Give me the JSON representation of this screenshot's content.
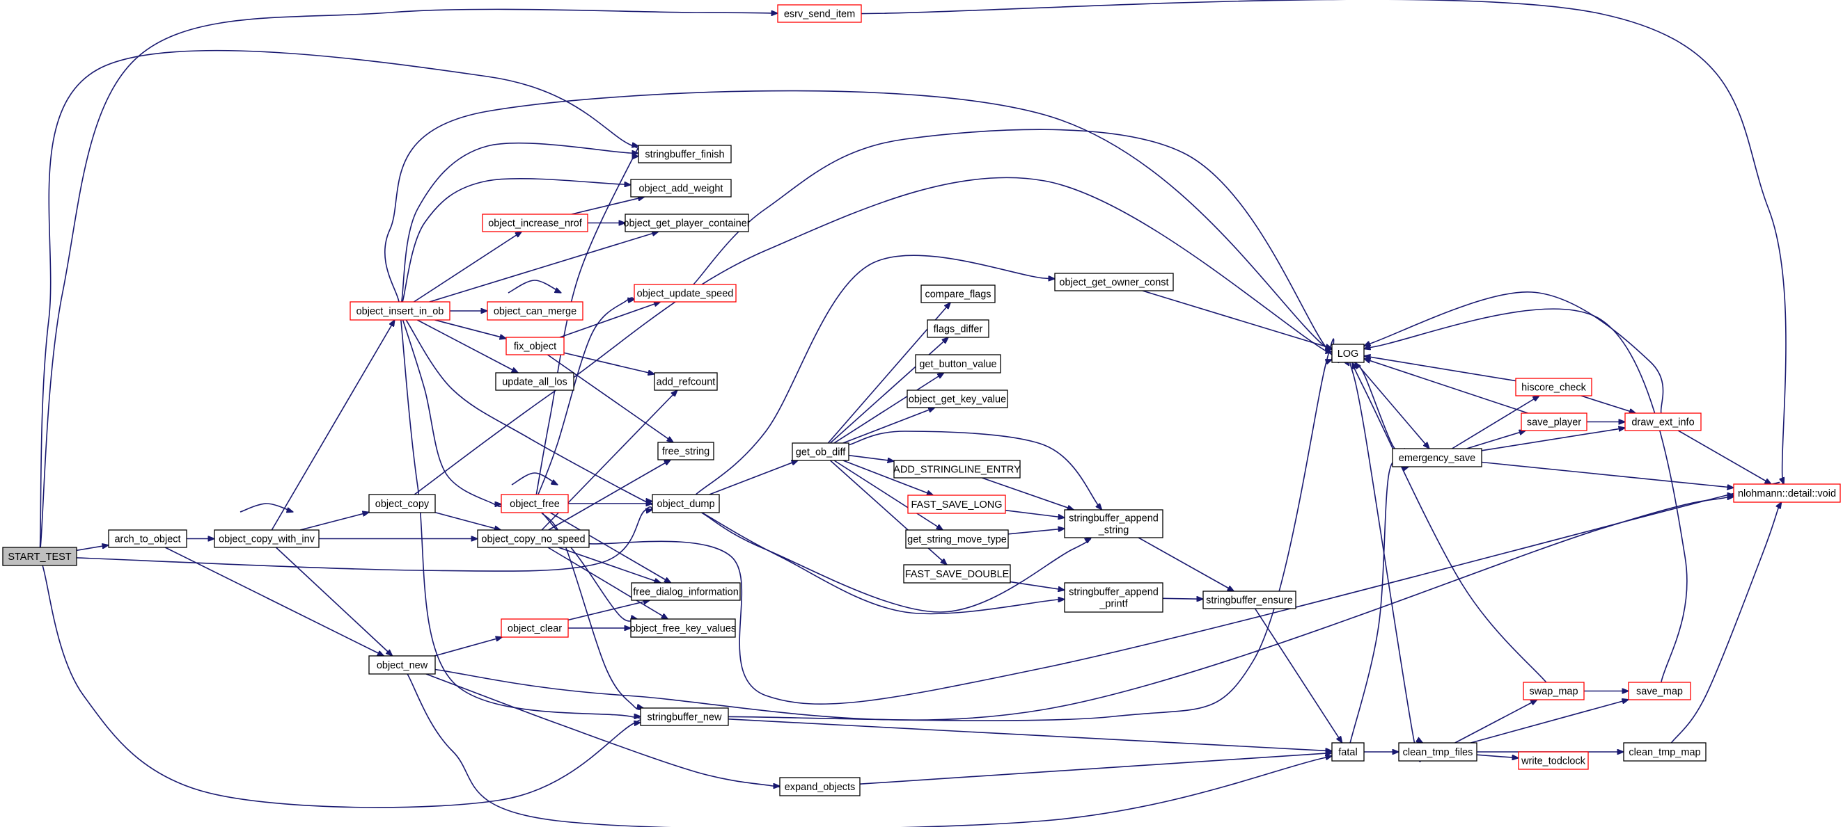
{
  "nodes": [
    {
      "id": "start_test",
      "label": "START_TEST",
      "color": "root"
    },
    {
      "id": "arch_to_object",
      "label": "arch_to_object",
      "color": "black"
    },
    {
      "id": "object_copy_with_inv",
      "label": "object_copy_with_inv",
      "color": "black"
    },
    {
      "id": "object_insert_in_ob",
      "label": "object_insert_in_ob",
      "color": "red"
    },
    {
      "id": "object_copy",
      "label": "object_copy",
      "color": "black"
    },
    {
      "id": "object_new",
      "label": "object_new",
      "color": "black"
    },
    {
      "id": "object_copy_no_speed",
      "label": "object_copy_no_speed",
      "color": "black"
    },
    {
      "id": "object_free",
      "label": "object_free",
      "color": "red"
    },
    {
      "id": "object_clear",
      "label": "object_clear",
      "color": "red"
    },
    {
      "id": "object_increase_nrof",
      "label": "object_increase_nrof",
      "color": "red"
    },
    {
      "id": "object_can_merge",
      "label": "object_can_merge",
      "color": "red"
    },
    {
      "id": "fix_object",
      "label": "fix_object",
      "color": "red"
    },
    {
      "id": "update_all_los",
      "label": "update_all_los",
      "color": "black"
    },
    {
      "id": "esrv_send_item",
      "label": "esrv_send_item",
      "color": "red"
    },
    {
      "id": "stringbuffer_finish",
      "label": "stringbuffer_finish",
      "color": "black"
    },
    {
      "id": "object_add_weight",
      "label": "object_add_weight",
      "color": "black"
    },
    {
      "id": "object_get_player_container",
      "label": "object_get_player_container",
      "color": "black"
    },
    {
      "id": "object_update_speed",
      "label": "object_update_speed",
      "color": "red"
    },
    {
      "id": "add_refcount",
      "label": "add_refcount",
      "color": "black"
    },
    {
      "id": "free_string",
      "label": "free_string",
      "color": "black"
    },
    {
      "id": "object_dump",
      "label": "object_dump",
      "color": "black"
    },
    {
      "id": "free_dialog_information",
      "label": "free_dialog_information",
      "color": "black"
    },
    {
      "id": "object_free_key_values",
      "label": "object_free_key_values",
      "color": "black"
    },
    {
      "id": "stringbuffer_new",
      "label": "stringbuffer_new",
      "color": "black"
    },
    {
      "id": "expand_objects",
      "label": "expand_objects",
      "color": "black"
    },
    {
      "id": "get_ob_diff",
      "label": "get_ob_diff",
      "color": "black"
    },
    {
      "id": "compare_flags",
      "label": "compare_flags",
      "color": "black"
    },
    {
      "id": "flags_differ",
      "label": "flags_differ",
      "color": "black"
    },
    {
      "id": "get_button_value",
      "label": "get_button_value",
      "color": "black"
    },
    {
      "id": "object_get_key_value",
      "label": "object_get_key_value",
      "color": "black"
    },
    {
      "id": "add_stringline_entry",
      "label": "ADD_STRINGLINE_ENTRY",
      "color": "black"
    },
    {
      "id": "fast_save_long",
      "label": "FAST_SAVE_LONG",
      "color": "red"
    },
    {
      "id": "get_string_move_type",
      "label": "get_string_move_type",
      "color": "black"
    },
    {
      "id": "fast_save_double",
      "label": "FAST_SAVE_DOUBLE",
      "color": "black"
    },
    {
      "id": "object_get_owner_const",
      "label": "object_get_owner_const",
      "color": "black"
    },
    {
      "id": "stringbuffer_append_string",
      "label": "stringbuffer_append\n_string",
      "color": "black"
    },
    {
      "id": "stringbuffer_append_printf",
      "label": "stringbuffer_append\n_printf",
      "color": "black"
    },
    {
      "id": "stringbuffer_ensure",
      "label": "stringbuffer_ensure",
      "color": "black"
    },
    {
      "id": "log",
      "label": "LOG",
      "color": "black"
    },
    {
      "id": "fatal",
      "label": "fatal",
      "color": "black"
    },
    {
      "id": "emergency_save",
      "label": "emergency_save",
      "color": "black"
    },
    {
      "id": "clean_tmp_files",
      "label": "clean_tmp_files",
      "color": "black"
    },
    {
      "id": "hiscore_check",
      "label": "hiscore_check",
      "color": "red"
    },
    {
      "id": "save_player",
      "label": "save_player",
      "color": "red"
    },
    {
      "id": "draw_ext_info",
      "label": "draw_ext_info",
      "color": "red"
    },
    {
      "id": "swap_map",
      "label": "swap_map",
      "color": "red"
    },
    {
      "id": "save_map",
      "label": "save_map",
      "color": "red"
    },
    {
      "id": "write_todclock",
      "label": "write_todclock",
      "color": "red"
    },
    {
      "id": "clean_tmp_map",
      "label": "clean_tmp_map",
      "color": "black"
    },
    {
      "id": "nlohmann_detail_void",
      "label": "nlohmann::detail::void",
      "color": "red"
    }
  ],
  "edges": [
    [
      "start_test",
      "arch_to_object"
    ],
    [
      "start_test",
      "esrv_send_item"
    ],
    [
      "start_test",
      "stringbuffer_finish"
    ],
    [
      "start_test",
      "object_dump"
    ],
    [
      "start_test",
      "stringbuffer_new"
    ],
    [
      "arch_to_object",
      "object_copy_with_inv"
    ],
    [
      "arch_to_object",
      "object_new"
    ],
    [
      "object_copy_with_inv",
      "object_copy_with_inv"
    ],
    [
      "object_copy_with_inv",
      "object_insert_in_ob"
    ],
    [
      "object_copy_with_inv",
      "object_copy"
    ],
    [
      "object_copy_with_inv",
      "object_copy_no_speed"
    ],
    [
      "object_copy_with_inv",
      "object_new"
    ],
    [
      "object_insert_in_ob",
      "log"
    ],
    [
      "object_insert_in_ob",
      "stringbuffer_finish"
    ],
    [
      "object_insert_in_ob",
      "object_add_weight"
    ],
    [
      "object_insert_in_ob",
      "object_increase_nrof"
    ],
    [
      "object_insert_in_ob",
      "object_get_player_container"
    ],
    [
      "object_insert_in_ob",
      "object_can_merge"
    ],
    [
      "object_insert_in_ob",
      "fix_object"
    ],
    [
      "object_insert_in_ob",
      "update_all_los"
    ],
    [
      "object_insert_in_ob",
      "object_free"
    ],
    [
      "object_insert_in_ob",
      "object_dump"
    ],
    [
      "object_insert_in_ob",
      "stringbuffer_new"
    ],
    [
      "object_increase_nrof",
      "object_add_weight"
    ],
    [
      "object_increase_nrof",
      "object_get_player_container"
    ],
    [
      "object_can_merge",
      "object_can_merge"
    ],
    [
      "fix_object",
      "object_update_speed"
    ],
    [
      "fix_object",
      "add_refcount"
    ],
    [
      "fix_object",
      "free_string"
    ],
    [
      "object_free",
      "object_free"
    ],
    [
      "object_free",
      "stringbuffer_finish"
    ],
    [
      "object_free",
      "object_update_speed"
    ],
    [
      "object_free",
      "object_dump"
    ],
    [
      "object_free",
      "free_dialog_information"
    ],
    [
      "object_free",
      "object_free_key_values"
    ],
    [
      "object_free",
      "stringbuffer_new"
    ],
    [
      "object_copy",
      "log"
    ],
    [
      "object_copy",
      "object_copy_no_speed"
    ],
    [
      "object_copy_no_speed",
      "add_refcount"
    ],
    [
      "object_copy_no_speed",
      "free_string"
    ],
    [
      "object_copy_no_speed",
      "free_dialog_information"
    ],
    [
      "object_copy_no_speed",
      "object_free_key_values"
    ],
    [
      "object_copy_no_speed",
      "nlohmann_detail_void"
    ],
    [
      "object_new",
      "object_clear"
    ],
    [
      "object_new",
      "nlohmann_detail_void"
    ],
    [
      "object_new",
      "expand_objects"
    ],
    [
      "object_new",
      "fatal"
    ],
    [
      "object_clear",
      "free_dialog_information"
    ],
    [
      "object_clear",
      "object_free_key_values"
    ],
    [
      "object_update_speed",
      "log"
    ],
    [
      "esrv_send_item",
      "nlohmann_detail_void"
    ],
    [
      "object_dump",
      "get_ob_diff"
    ],
    [
      "object_dump",
      "object_get_owner_const"
    ],
    [
      "object_dump",
      "stringbuffer_append_string"
    ],
    [
      "object_dump",
      "stringbuffer_append_printf"
    ],
    [
      "get_ob_diff",
      "compare_flags"
    ],
    [
      "get_ob_diff",
      "flags_differ"
    ],
    [
      "get_ob_diff",
      "get_button_value"
    ],
    [
      "get_ob_diff",
      "object_get_key_value"
    ],
    [
      "get_ob_diff",
      "add_stringline_entry"
    ],
    [
      "get_ob_diff",
      "fast_save_long"
    ],
    [
      "get_ob_diff",
      "get_string_move_type"
    ],
    [
      "get_ob_diff",
      "fast_save_double"
    ],
    [
      "get_ob_diff",
      "stringbuffer_append_string"
    ],
    [
      "add_stringline_entry",
      "stringbuffer_append_string"
    ],
    [
      "fast_save_long",
      "stringbuffer_append_string"
    ],
    [
      "get_string_move_type",
      "stringbuffer_append_string"
    ],
    [
      "fast_save_double",
      "stringbuffer_append_printf"
    ],
    [
      "stringbuffer_append_string",
      "stringbuffer_ensure"
    ],
    [
      "stringbuffer_append_printf",
      "stringbuffer_ensure"
    ],
    [
      "stringbuffer_ensure",
      "fatal"
    ],
    [
      "object_get_owner_const",
      "log"
    ],
    [
      "stringbuffer_new",
      "fatal"
    ],
    [
      "stringbuffer_new",
      "log"
    ],
    [
      "expand_objects",
      "fatal"
    ],
    [
      "fatal",
      "emergency_save"
    ],
    [
      "fatal",
      "clean_tmp_files"
    ],
    [
      "log",
      "emergency_save"
    ],
    [
      "log",
      "clean_tmp_files"
    ],
    [
      "emergency_save",
      "log"
    ],
    [
      "emergency_save",
      "hiscore_check"
    ],
    [
      "emergency_save",
      "save_player"
    ],
    [
      "emergency_save",
      "draw_ext_info"
    ],
    [
      "emergency_save",
      "nlohmann_detail_void"
    ],
    [
      "hiscore_check",
      "log"
    ],
    [
      "hiscore_check",
      "draw_ext_info"
    ],
    [
      "save_player",
      "log"
    ],
    [
      "save_player",
      "draw_ext_info"
    ],
    [
      "draw_ext_info",
      "log"
    ],
    [
      "draw_ext_info",
      "nlohmann_detail_void"
    ],
    [
      "clean_tmp_files",
      "swap_map"
    ],
    [
      "clean_tmp_files",
      "save_map"
    ],
    [
      "clean_tmp_files",
      "write_todclock"
    ],
    [
      "clean_tmp_files",
      "clean_tmp_map"
    ],
    [
      "swap_map",
      "log"
    ],
    [
      "swap_map",
      "save_map"
    ],
    [
      "save_map",
      "log"
    ],
    [
      "clean_tmp_map",
      "nlohmann_detail_void"
    ]
  ]
}
